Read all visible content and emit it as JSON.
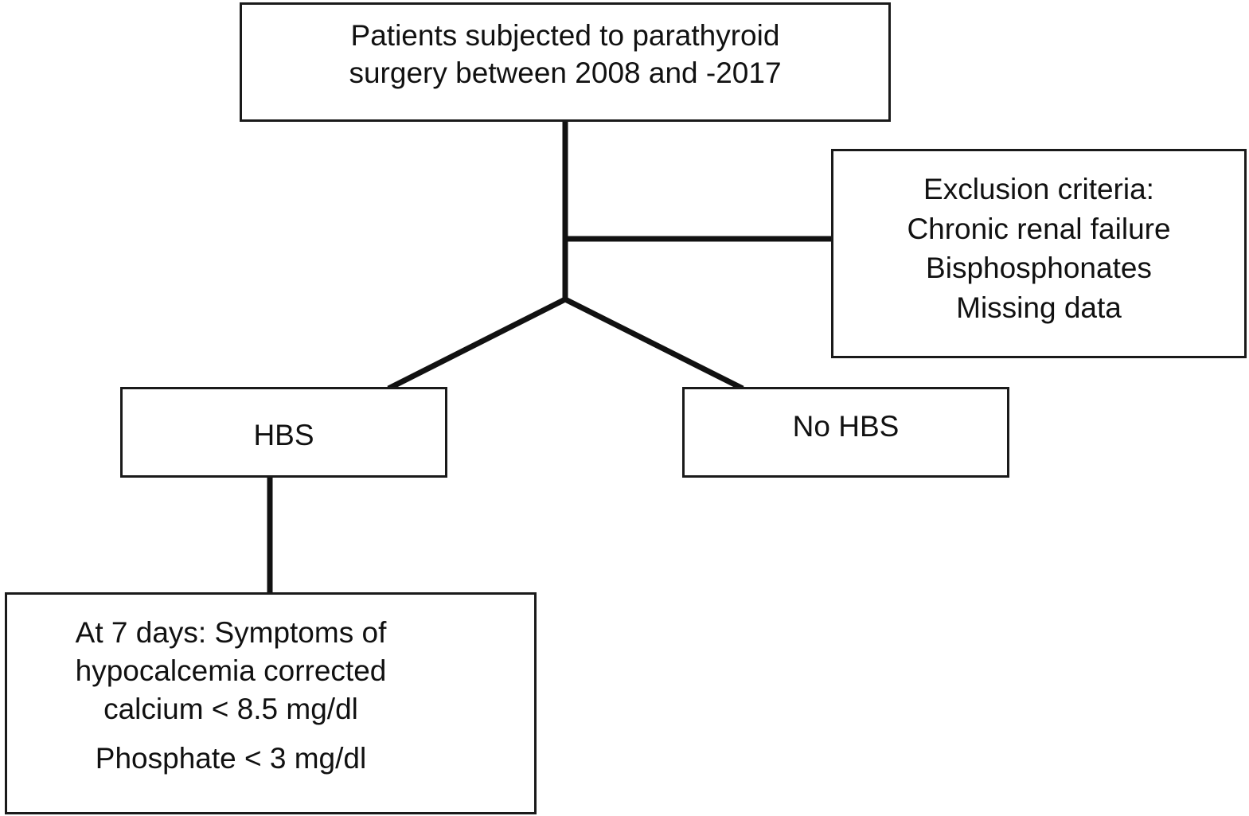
{
  "nodes": {
    "top": {
      "lines": [
        "Patients subjected to parathyroid",
        "surgery between 2008 and -2017"
      ]
    },
    "exclusion": {
      "lines": [
        "Exclusion criteria:",
        "Chronic renal failure",
        "Bisphosphonates",
        "Missing data"
      ]
    },
    "hbs": {
      "label": "HBS"
    },
    "no_hbs": {
      "label": "No HBS"
    },
    "outcome": {
      "lines": [
        "At 7 days: Symptoms of",
        "hypocalcemia corrected",
        "calcium < 8.5 mg/dl",
        "Phosphate < 3 mg/dl"
      ]
    }
  },
  "colors": {
    "stroke": "#111111",
    "background": "#ffffff"
  }
}
